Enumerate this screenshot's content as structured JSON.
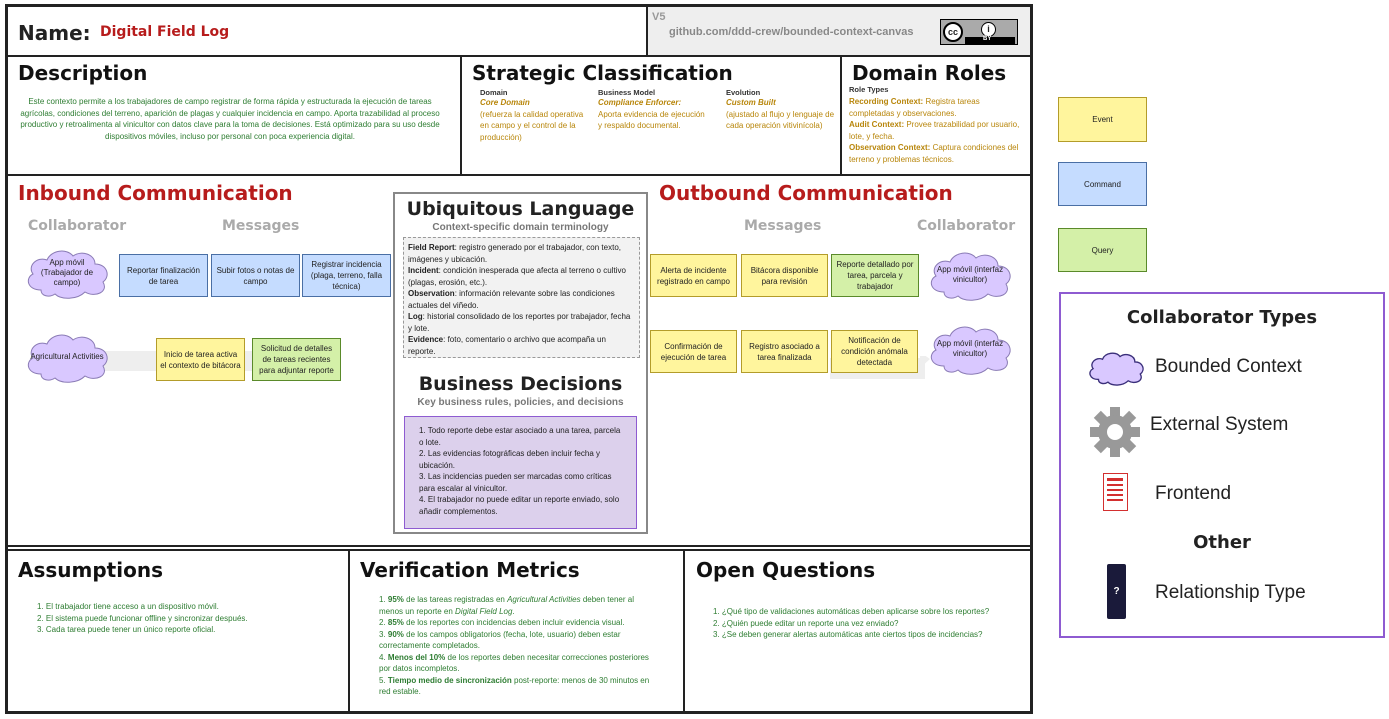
{
  "header": {
    "name_label": "Name:",
    "name_value": "Digital Field Log",
    "version": "V5",
    "repo_link": "github.com/ddd-crew/bounded-context-canvas",
    "license_by": "BY"
  },
  "description": {
    "title": "Description",
    "text": "Este contexto permite a los trabajadores de campo registrar de forma rápida y estructurada la ejecución de tareas agrícolas, condiciones del terreno, aparición de plagas y cualquier incidencia en campo. Aporta trazabilidad al proceso productivo y retroalimenta al vinicultor con datos clave para la toma de decisiones. Está optimizado para su uso desde dispositivos móviles, incluso por personal con poca experiencia digital."
  },
  "strategic": {
    "title": "Strategic Classification",
    "domain_header": "Domain",
    "domain_value": "Core Domain",
    "domain_note": "(refuerza la calidad operativa en campo y el control de la producción)",
    "model_header": "Business Model",
    "model_value": "Compliance Enforcer:",
    "model_note": "Aporta evidencia de ejecución y respaldo documental.",
    "evolution_header": "Evolution",
    "evolution_value": "Custom Built",
    "evolution_note": "(ajustado al flujo y lenguaje de cada operación vitivinícola)"
  },
  "roles": {
    "title": "Domain Roles",
    "header": "Role Types",
    "items": [
      {
        "name": "Recording Context:",
        "text": " Registra tareas completadas y observaciones."
      },
      {
        "name": "Audit Context:",
        "text": " Provee trazabilidad por usuario, lote, y fecha."
      },
      {
        "name": "Observation Context:",
        "text": " Captura condiciones del terreno y problemas técnicos."
      }
    ]
  },
  "inbound": {
    "title": "Inbound Communication",
    "collaborator_header": "Collaborator",
    "messages_header": "Messages",
    "collab1": "App móvil (Trabajador de campo)",
    "collab2": "Agricultural Activities",
    "row1": [
      "Reportar finalización de tarea",
      "Subir fotos o notas de campo",
      "Registrar incidencia (plaga, terreno, falla técnica)"
    ],
    "row2": [
      "Inicio de tarea activa el contexto de bitácora",
      "Solicitud de detalles de tareas recientes para adjuntar reporte"
    ]
  },
  "outbound": {
    "title": "Outbound Communication",
    "collaborator_header": "Collaborator",
    "messages_header": "Messages",
    "collab1": "App móvil (interfaz vinicultor)",
    "collab2": "App móvil (interfaz vinicultor)",
    "row1": [
      "Alerta de incidente registrado en campo",
      "Bitácora disponible para revisión",
      "Reporte detallado por tarea, parcela y trabajador"
    ],
    "row2": [
      "Confirmación de ejecución de tarea",
      "Registro asociado a tarea finalizada",
      "Notificación de condición anómala detectada"
    ]
  },
  "ubiquitous": {
    "title": "Ubiquitous Language",
    "subtitle": "Context-specific domain terminology",
    "terms": [
      {
        "term": "Field Report",
        "def": ": registro generado por el trabajador, con texto, imágenes y     ubicación."
      },
      {
        "term": "Incident",
        "def": ": condición inesperada que afecta al terreno o cultivo (plagas, erosión, etc.)."
      },
      {
        "term": "Observation",
        "def": ": información relevante sobre las condiciones actuales del viñedo."
      },
      {
        "term": "Log",
        "def": ": historial consolidado de los reportes por trabajador, fecha y lote."
      },
      {
        "term": "Evidence",
        "def": ": foto, comentario o archivo que acompaña un reporte."
      }
    ]
  },
  "decisions": {
    "title": "Business Decisions",
    "subtitle": "Key business rules, policies, and decisions",
    "items": [
      "1. Todo  reporte debe estar asociado a una tarea, parcela o lote.",
      "2. Las evidencias fotográficas deben incluir fecha y ubicación.",
      "3. Las incidencias pueden ser marcadas como críticas para escalar al vinicultor.",
      "4. El trabajador no puede editar un reporte enviado, solo añadir complementos."
    ]
  },
  "assumptions": {
    "title": "Assumptions",
    "items": [
      "1. El trabajador tiene acceso a un dispositivo móvil.",
      "2. El sistema puede funcionar offline y sincronizar después.",
      "3. Cada tarea puede tener un único reporte oficial."
    ]
  },
  "metrics": {
    "title": "Verification Metrics",
    "items": [
      {
        "n": "1. ",
        "b": "95%",
        "t": " de las tareas registradas en ",
        "i": "Agricultural Activities",
        "t2": " deben tener al menos un reporte en ",
        "i2": "Digital Field Log",
        "t3": "."
      },
      {
        "n": "2. ",
        "b": "85%",
        "t": " de los reportes con incidencias deben incluir evidencia visual.",
        "i": "",
        "t2": "",
        "i2": "",
        "t3": ""
      },
      {
        "n": "3. ",
        "b": "90%",
        "t": " de los campos obligatorios (fecha, lote, usuario) deben estar correctamente completados.",
        "i": "",
        "t2": "",
        "i2": "",
        "t3": ""
      },
      {
        "n": "4. ",
        "b": "Menos del 10%",
        "t": " de los reportes deben necesitar correcciones posteriores por datos incompletos.",
        "i": "",
        "t2": "",
        "i2": "",
        "t3": ""
      },
      {
        "n": "5. ",
        "b": "Tiempo medio de sincronización",
        "t": " post-reporte: menos de 30 minutos en red estable.",
        "i": "",
        "t2": "",
        "i2": "",
        "t3": ""
      }
    ]
  },
  "questions": {
    "title": "Open Questions",
    "items": [
      "1. ¿Qué tipo de validaciones automáticas deben aplicarse sobre los reportes?",
      "2. ¿Quién puede editar un reporte una vez enviado?",
      "3. ¿Se deben generar alertas automáticas ante ciertos tipos de incidencias?"
    ]
  },
  "legend": {
    "event": "Event",
    "command": "Command",
    "query": "Query",
    "collab_title": "Collaborator Types",
    "bounded": "Bounded Context",
    "external": "External System",
    "frontend": "Frontend",
    "other_title": "Other",
    "relationship": "Relationship Type",
    "relationship_glyph": "?"
  },
  "colors": {
    "red_title": "#b71c1c",
    "event": "#fff59d",
    "command": "#c5dcff",
    "query": "#d4f0a8",
    "cloud": "#d9c8ff",
    "decisions_bg": "#dcd0ec",
    "legend_border": "#8e5bd1"
  }
}
